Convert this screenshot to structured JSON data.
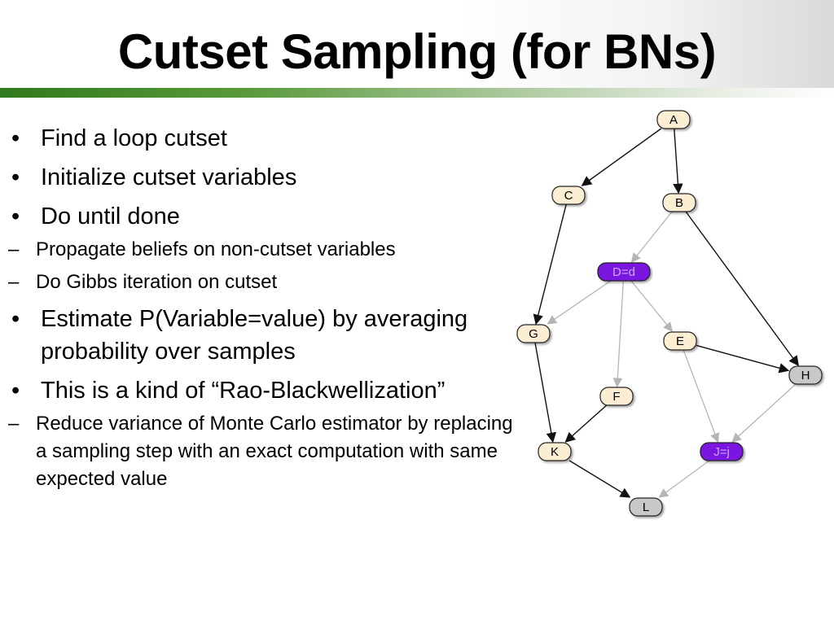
{
  "slide": {
    "title": "Cutset Sampling (for BNs)",
    "bullets": [
      {
        "text": "Find a loop cutset",
        "sub": []
      },
      {
        "text": "Initialize cutset variables",
        "sub": []
      },
      {
        "text": "Do until done",
        "sub": [
          "Propagate beliefs on non-cutset variables",
          "Do Gibbs iteration on cutset"
        ]
      },
      {
        "text": "Estimate P(Variable=value) by averaging probability over samples",
        "sub": []
      },
      {
        "text": "This is a kind of “Rao-Blackwellization”",
        "sub": [
          "Reduce variance of Monte Carlo estimator by replacing a sampling step with an exact computation with same expected value"
        ]
      }
    ],
    "dash": "–"
  },
  "diagram": {
    "colors": {
      "cream": "#fbeed3",
      "gray": "#c8c8c8",
      "cutset": "#7a16e0",
      "black_edge": "#111111",
      "gray_edge": "#b5b5b5"
    },
    "nodes": [
      {
        "id": "A",
        "label": "A",
        "kind": "cream"
      },
      {
        "id": "C",
        "label": "C",
        "kind": "cream"
      },
      {
        "id": "B",
        "label": "B",
        "kind": "cream"
      },
      {
        "id": "D",
        "label": "D=d",
        "kind": "cutset"
      },
      {
        "id": "G",
        "label": "G",
        "kind": "cream"
      },
      {
        "id": "E",
        "label": "E",
        "kind": "cream"
      },
      {
        "id": "H",
        "label": "H",
        "kind": "gray"
      },
      {
        "id": "F",
        "label": "F",
        "kind": "cream"
      },
      {
        "id": "K",
        "label": "K",
        "kind": "cream"
      },
      {
        "id": "J",
        "label": "J=j",
        "kind": "cutset"
      },
      {
        "id": "L",
        "label": "L",
        "kind": "gray"
      }
    ],
    "edges": [
      {
        "from": "A",
        "to": "C",
        "style": "black"
      },
      {
        "from": "A",
        "to": "B",
        "style": "black"
      },
      {
        "from": "B",
        "to": "D",
        "style": "gray"
      },
      {
        "from": "B",
        "to": "H",
        "style": "black"
      },
      {
        "from": "C",
        "to": "G",
        "style": "black"
      },
      {
        "from": "D",
        "to": "G",
        "style": "gray"
      },
      {
        "from": "D",
        "to": "F",
        "style": "gray"
      },
      {
        "from": "D",
        "to": "E",
        "style": "gray"
      },
      {
        "from": "E",
        "to": "H",
        "style": "black"
      },
      {
        "from": "E",
        "to": "J",
        "style": "gray"
      },
      {
        "from": "G",
        "to": "K",
        "style": "black"
      },
      {
        "from": "F",
        "to": "K",
        "style": "black"
      },
      {
        "from": "H",
        "to": "J",
        "style": "gray"
      },
      {
        "from": "K",
        "to": "L",
        "style": "black"
      },
      {
        "from": "J",
        "to": "L",
        "style": "gray"
      }
    ]
  }
}
